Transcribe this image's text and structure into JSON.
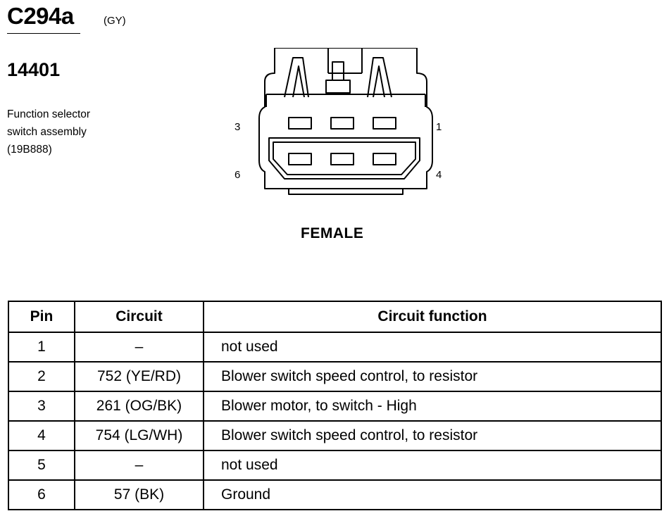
{
  "header": {
    "connector_id": "C294a",
    "connector_color": "(GY)",
    "component_number": "14401",
    "description_lines": [
      "Function selector",
      "switch assembly",
      "(19B888)"
    ]
  },
  "diagram": {
    "pin_labels": {
      "top_left": "3",
      "top_right": "1",
      "bottom_left": "6",
      "bottom_right": "4"
    },
    "gender": "FEMALE"
  },
  "table": {
    "headers": [
      "Pin",
      "Circuit",
      "Circuit function"
    ],
    "rows": [
      {
        "pin": "1",
        "circuit": "–",
        "function": "not used"
      },
      {
        "pin": "2",
        "circuit": "752 (YE/RD)",
        "function": "Blower switch speed control, to resistor"
      },
      {
        "pin": "3",
        "circuit": "261 (OG/BK)",
        "function": "Blower motor, to switch - High"
      },
      {
        "pin": "4",
        "circuit": "754 (LG/WH)",
        "function": "Blower switch speed control, to resistor"
      },
      {
        "pin": "5",
        "circuit": "–",
        "function": "not used"
      },
      {
        "pin": "6",
        "circuit": "57 (BK)",
        "function": "Ground"
      }
    ]
  }
}
